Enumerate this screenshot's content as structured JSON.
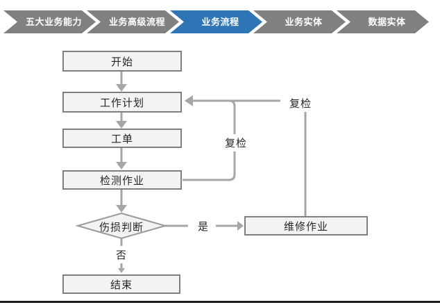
{
  "banner": {
    "items": [
      {
        "label": "五大业务能力",
        "active": false
      },
      {
        "label": "业务高级流程",
        "active": false
      },
      {
        "label": "业务流程",
        "active": true
      },
      {
        "label": "业务实体",
        "active": false
      },
      {
        "label": "数据实体",
        "active": false
      }
    ],
    "active_color": "#2E75B6",
    "inactive_color": "#808080"
  },
  "flowchart": {
    "nodes": [
      {
        "id": "start",
        "label": "开始",
        "type": "process"
      },
      {
        "id": "work-plan",
        "label": "工作计划",
        "type": "process"
      },
      {
        "id": "work-order",
        "label": "工单",
        "type": "process"
      },
      {
        "id": "inspection-job",
        "label": "检测作业",
        "type": "process"
      },
      {
        "id": "damage-decision",
        "label": "伤损判断",
        "type": "decision"
      },
      {
        "id": "repair-job",
        "label": "维修作业",
        "type": "process"
      },
      {
        "id": "end",
        "label": "结束",
        "type": "process"
      }
    ],
    "edge_labels": {
      "yes": "是",
      "no": "否",
      "recheck_inner": "复检",
      "recheck_outer": "复检"
    },
    "colors": {
      "node_fill": "#f3f3f3",
      "node_border": "#7f7f7f",
      "connector": "#a6a6a6",
      "text": "#262626"
    }
  }
}
